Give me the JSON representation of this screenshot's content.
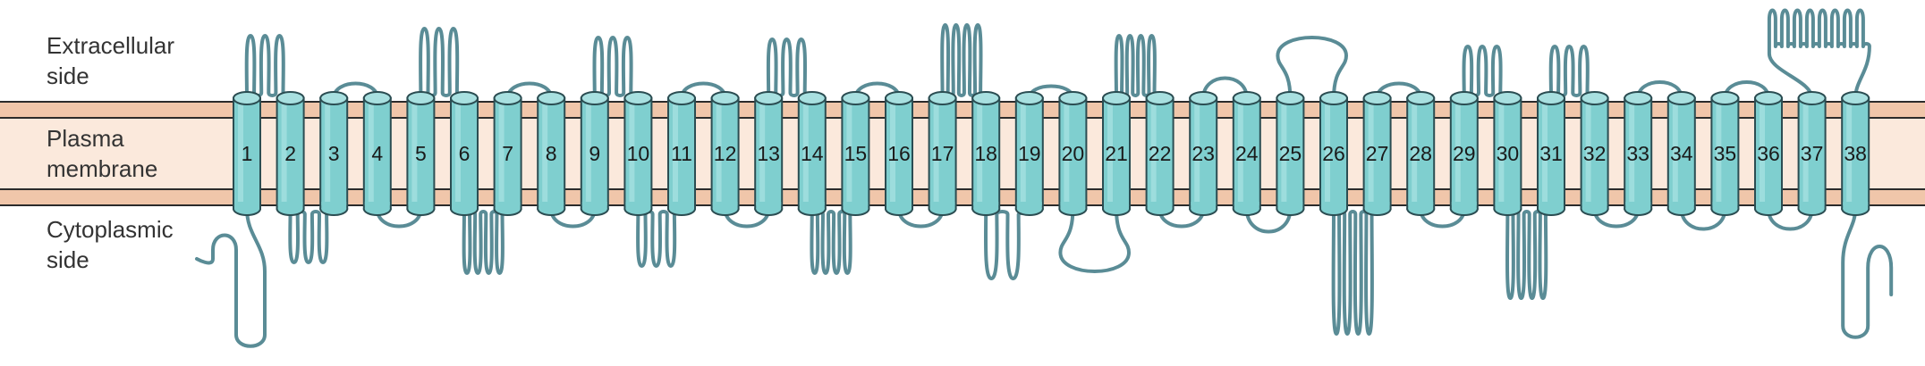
{
  "labels": {
    "extracellular": "Extracellular\nside",
    "membrane": "Plasma\nmembrane",
    "cytoplasmic": "Cytoplasmic\nside"
  },
  "helices": [
    "1",
    "2",
    "3",
    "4",
    "5",
    "6",
    "7",
    "8",
    "9",
    "10",
    "11",
    "12",
    "13",
    "14",
    "15",
    "16",
    "17",
    "18",
    "19",
    "20",
    "21",
    "22",
    "23",
    "24",
    "25",
    "26",
    "27",
    "28",
    "29",
    "30",
    "31",
    "32",
    "33",
    "34",
    "35",
    "36",
    "37",
    "38"
  ],
  "colors": {
    "helix_fill": "#7fcfcf",
    "helix_top": "#a8e0e0",
    "helix_stroke": "#2b4d52",
    "loop": "#5a8c96",
    "membrane_band": "#f0c6aa",
    "membrane_core": "#fbe9dc",
    "membrane_line": "#2b2b2b"
  }
}
